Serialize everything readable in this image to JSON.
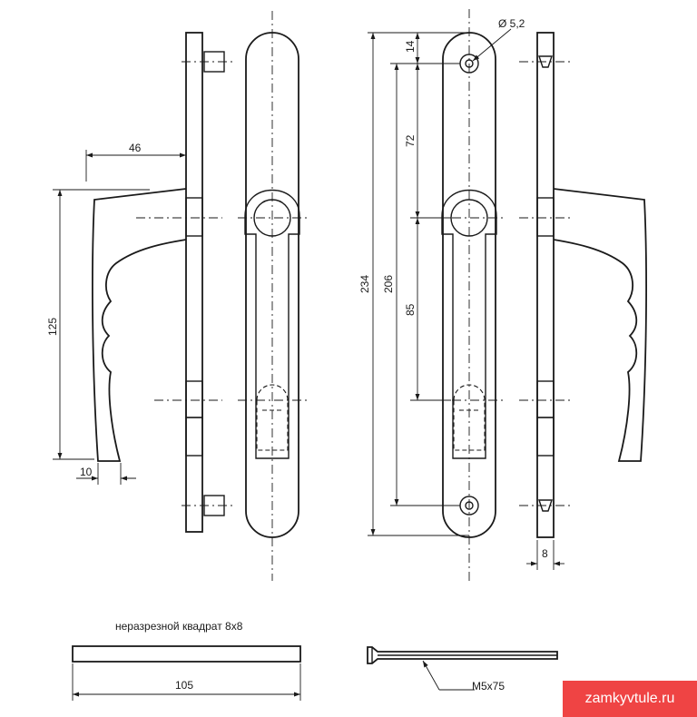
{
  "dimensions": {
    "d46": "46",
    "d125": "125",
    "d10": "10",
    "d14": "14",
    "d72": "72",
    "d85": "85",
    "d206": "206",
    "d234": "234",
    "d8": "8",
    "hole_diameter": "Ø 5,2",
    "d105": "105"
  },
  "labels": {
    "spindle_caption": "неразрезной квадрат 8х8",
    "screw_label": "M5x75"
  },
  "watermark": {
    "text": "zamkyvtule.ru",
    "background": "#ef4444"
  }
}
